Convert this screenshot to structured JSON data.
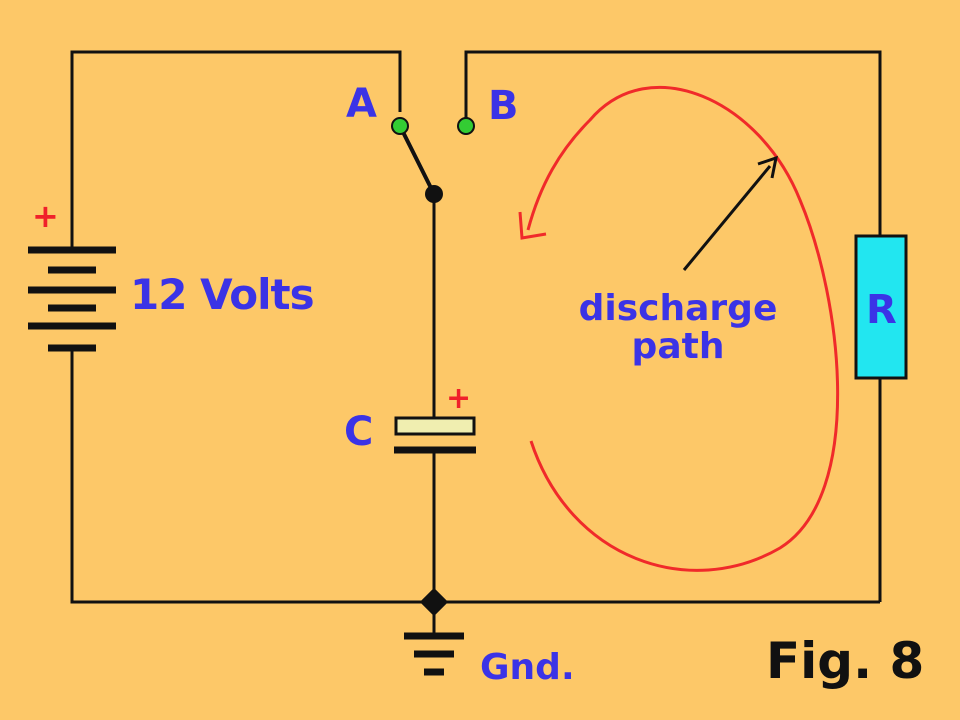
{
  "diagram": {
    "labels": {
      "switch_a": "A",
      "switch_b": "B",
      "battery_voltage": "12 Volts",
      "capacitor": "C",
      "resistor": "R",
      "ground": "Gnd.",
      "discharge_path": "discharge\npath",
      "battery_polarity": "+",
      "capacitor_polarity": "+"
    },
    "figure_label": "Fig. 8",
    "colors": {
      "background": "#fdc868",
      "wire": "#111111",
      "label_text": "#3b33e6",
      "discharge_arc": "#f02a2a",
      "polarity_sign": "#f0202a",
      "resistor_fill": "#22e6f0",
      "terminal_dot": "#33cc33",
      "capacitor_plate": "#f0eeb0"
    }
  }
}
